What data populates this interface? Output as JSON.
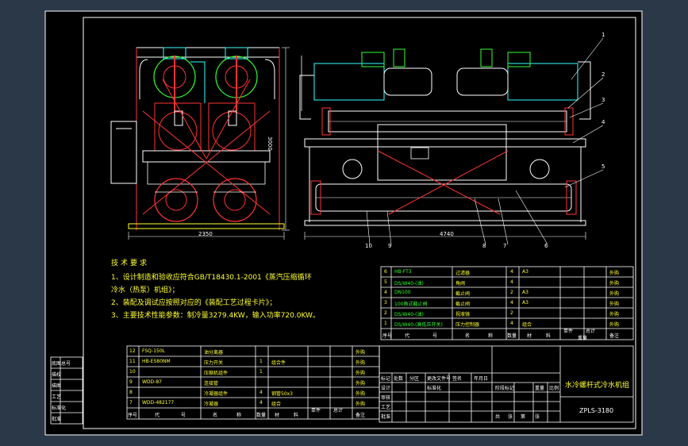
{
  "drawing": {
    "title_block": {
      "title": "水冷螺杆式冷水机组",
      "code": "ZPLS-3180",
      "scale_row": [
        "标记",
        "处数",
        "分区",
        "更改文件号",
        "签名",
        "年月日"
      ],
      "design_row": [
        "设计",
        "标准化",
        "阶段标记",
        "重量",
        "比例"
      ],
      "review_labels": [
        "审核",
        "工艺",
        "批准"
      ],
      "sheet": [
        "共",
        "张",
        "第",
        "张"
      ]
    },
    "dimensions": {
      "front_width": "2350",
      "front_height": "3000",
      "side_width": "4740"
    },
    "callouts": [
      "1",
      "2",
      "3",
      "4",
      "5",
      "6",
      "7",
      "8",
      "9",
      "10"
    ],
    "tech_requirements": {
      "heading": "技术要求",
      "lines": [
        "1、设计制造和验收应符合GB/T18430.1-2001《蒸汽压缩循环",
        "冷水（热泵）机组》；",
        "2、装配及调试应按照对应的《装配工艺过程卡片》；",
        "3、主要技术性能参数：制冷量3279.4KW，输入功率720.0KW。"
      ]
    },
    "bom_upper": {
      "rows": [
        {
          "no": "6",
          "code": "HB-FT3",
          "name": "过滤器",
          "qty": "4",
          "mat": "A3",
          "note": "外购"
        },
        {
          "no": "5",
          "code": "DS/W40-(油)",
          "name": "角阀",
          "qty": "4",
          "mat": "",
          "note": "外购"
        },
        {
          "no": "4",
          "code": "DN100",
          "name": "截止阀",
          "qty": "2",
          "mat": "A3",
          "note": "外购"
        },
        {
          "no": "3",
          "code": "100角式截止阀",
          "name": "截止阀",
          "qty": "4",
          "mat": "A3",
          "note": "外购"
        },
        {
          "no": "2",
          "code": "DS/W40-(油)",
          "name": "视液镜",
          "qty": "2",
          "mat": "",
          "note": "外购"
        },
        {
          "no": "1",
          "code": "DS/W40-(高低压开关)",
          "name": "压力控制器",
          "qty": "4",
          "mat": "组合",
          "note": "外购"
        }
      ],
      "header": [
        "序号",
        "代",
        "号",
        "名",
        "称",
        "数量",
        "材",
        "料",
        "单件",
        "总计",
        "备注"
      ],
      "weight_label": "重量"
    },
    "bom_lower": {
      "rows": [
        {
          "no": "12",
          "code": "FSQ-150L",
          "name": "油分离器",
          "qty": "",
          "mat": "",
          "note": "外购"
        },
        {
          "no": "11",
          "code": "HB-ES80NM",
          "name": "压力开关",
          "qty": "1",
          "mat": "组合件",
          "note": "外购"
        },
        {
          "no": "10",
          "code": "",
          "name": "压缩机组件",
          "qty": "1",
          "mat": "",
          "note": "外购"
        },
        {
          "no": "9",
          "code": "WDD-87",
          "name": "连接管",
          "qty": "",
          "mat": "",
          "note": "外购"
        },
        {
          "no": "8",
          "code": "",
          "name": "冷凝器组件",
          "qty": "4",
          "mat": "钢管50x3",
          "note": "外购"
        },
        {
          "no": "7",
          "code": "WDD-482177",
          "name": "冷凝器",
          "qty": "4",
          "mat": "组合",
          "note": "外购"
        }
      ],
      "header": [
        "序号",
        "代",
        "号",
        "名",
        "称",
        "数量",
        "材",
        "料",
        "单件",
        "总计",
        "备注"
      ]
    },
    "left_strip": [
      "底图总号",
      "描校",
      "描图",
      "工艺",
      "标准化",
      "批准"
    ]
  }
}
